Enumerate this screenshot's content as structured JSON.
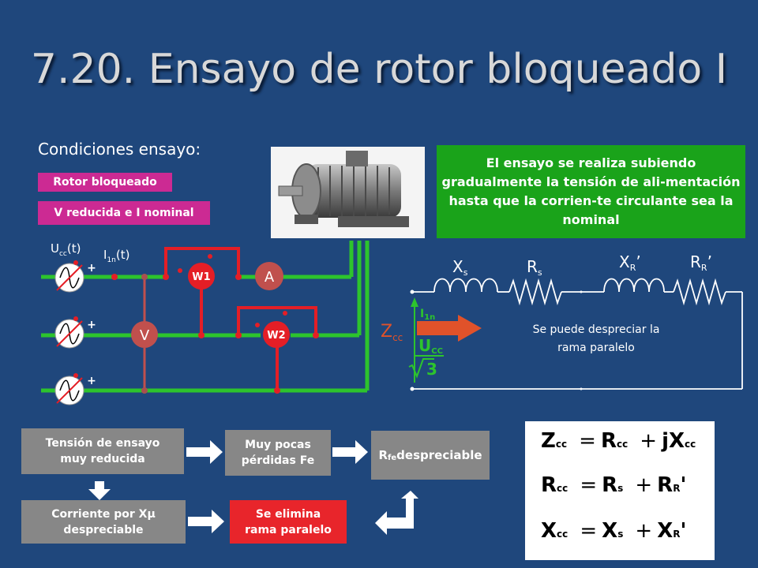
{
  "title": "7.20. Ensayo de rotor bloqueado I",
  "conditions": {
    "heading": "Condiciones ensayo:",
    "tags": [
      "Rotor bloqueado",
      "V reducida e I nominal"
    ]
  },
  "note": "El ensayo se realiza subiendo gradualmente la tensión de ali-mentación hasta que la corrien-te circulante sea la nominal",
  "circuit": {
    "voltage_label": "U",
    "voltage_sub": "cc",
    "voltage_arg": "(t)",
    "current_label": "I",
    "current_sub": "1n",
    "current_arg": "(t)",
    "plus": "+",
    "wattmeter1": "W1",
    "wattmeter2": "W2",
    "ammeter": "A",
    "voltmeter": "V"
  },
  "equivalent": {
    "xs": "X",
    "xs_sub": "s",
    "rs": "R",
    "rs_sub": "s",
    "xr": "X",
    "xr_sub": "R",
    "xr_prime": "’",
    "rr": "R",
    "rr_sub": "R",
    "rr_prime": "’",
    "zcc": "Z",
    "zcc_sub": "cc",
    "i1n": "I",
    "i1n_sub": "1n",
    "ucc": "U",
    "ucc_sub": "CC",
    "sqrt3": "3",
    "note_line1": "Se puede despreciar la",
    "note_line2": "rama paralelo"
  },
  "flow": {
    "box1": "Tensión de ensayo\nmuy reducida",
    "box2": "Muy pocas\npérdidas Fe",
    "box3_main": "R",
    "box3_sub": "fe",
    "box3_rest": " despreciable",
    "box4": "Corriente por Xμ\ndespreciable",
    "box5": "Se elimina\nrama paralelo"
  },
  "equations": {
    "eq1": {
      "lhs": "Z",
      "lhs_sub": "cc",
      "op": "=",
      "a": "R",
      "a_sub": "cc",
      "plus": "+",
      "b": "jX",
      "b_sub": "cc"
    },
    "eq2": {
      "lhs": "R",
      "lhs_sub": "cc",
      "op": "=",
      "a": "R",
      "a_sub": "s",
      "plus": "+",
      "b": "R",
      "b_sub": "R",
      "prime": "'"
    },
    "eq3": {
      "lhs": "X",
      "lhs_sub": "cc",
      "op": "=",
      "a": "X",
      "a_sub": "s",
      "plus": "+",
      "b": "X",
      "b_sub": "R",
      "prime": "'"
    }
  },
  "colors": {
    "background": "#1f477c",
    "wire_green": "#2dc42d",
    "wire_red": "#e41e26",
    "meter_brown": "#c0504d",
    "note_green": "#1aa31a",
    "tag_magenta": "#cc2a93"
  }
}
